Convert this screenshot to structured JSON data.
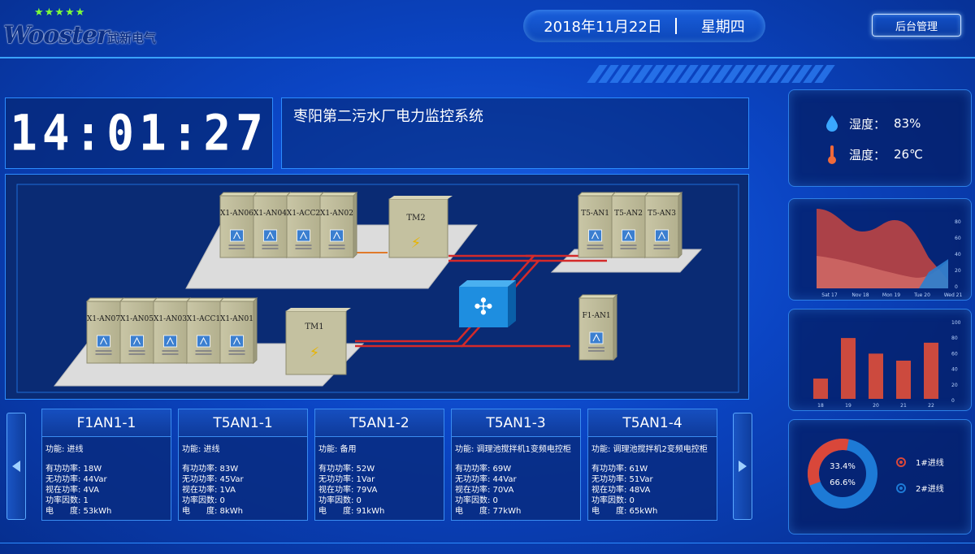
{
  "header": {
    "logo_word": "Wooster",
    "logo_cn": "武新电气",
    "logo_stars": "★★★★★",
    "date": "2018年11月22日",
    "weekday": "星期四",
    "admin_button": "后台管理"
  },
  "clock": {
    "time": "14:01:27"
  },
  "system_title": "枣阳第二污水厂电力监控系统",
  "env": {
    "humidity_label": "湿度：",
    "humidity_value": "83%",
    "temperature_label": "温度：",
    "temperature_value": "26℃"
  },
  "area_chart": {
    "x_labels": [
      "Sat 17",
      "Nov 18",
      "Mon 19",
      "Tue 20",
      "Wed 21"
    ],
    "y_labels": [
      "80",
      "60",
      "40",
      "20",
      "0"
    ]
  },
  "bar_chart": {
    "categories": [
      "18",
      "19",
      "20",
      "21",
      "22"
    ],
    "values": [
      26,
      78,
      58,
      49,
      72
    ],
    "y_labels": [
      "100",
      "80",
      "60",
      "40",
      "20",
      "0"
    ]
  },
  "donut": {
    "label_a": "33.4%",
    "label_b": "66.6%",
    "legend": [
      "1#进线",
      "2#进线"
    ],
    "colors": [
      "#d9473a",
      "#1d7ad6"
    ]
  },
  "diagram": {
    "upper_cabinets": [
      "X1-AN06",
      "X1-AN04",
      "X1-ACC2",
      "X1-AN02"
    ],
    "lower_cabinets": [
      "X1-AN07",
      "X1-AN05",
      "X1-AN03",
      "X1-ACC1",
      "X1-AN01"
    ],
    "right_cabinets": [
      "T5-AN1",
      "T5-AN2",
      "T5-AN3"
    ],
    "single_cabinet": "F1-AN1",
    "transformer_top": "TM2",
    "transformer_bottom": "TM1"
  },
  "cards": [
    {
      "title": "F1AN1-1",
      "func": "功能: 进线",
      "p": "有功功率: 18W",
      "q": "无功功率: 44Var",
      "s": "视在功率: 4VA",
      "pf": "功率因数: 1",
      "e": "电　　度: 53kWh"
    },
    {
      "title": "T5AN1-1",
      "func": "功能: 进线",
      "p": "有功功率: 83W",
      "q": "无功功率: 45Var",
      "s": "视在功率: 1VA",
      "pf": "功率因数: 0",
      "e": "电　　度: 8kWh"
    },
    {
      "title": "T5AN1-2",
      "func": "功能: 备用",
      "p": "有功功率: 52W",
      "q": "无功功率: 1Var",
      "s": "视在功率: 79VA",
      "pf": "功率因数: 0",
      "e": "电　　度: 91kWh"
    },
    {
      "title": "T5AN1-3",
      "func": "功能: 调理池搅拌机1变频电控柜",
      "p": "有功功率: 69W",
      "q": "无功功率: 44Var",
      "s": "视在功率: 70VA",
      "pf": "功率因数: 0",
      "e": "电　　度: 77kWh"
    },
    {
      "title": "T5AN1-4",
      "func": "功能: 调理池搅拌机2变频电控柜",
      "p": "有功功率: 61W",
      "q": "无功功率: 51Var",
      "s": "视在功率: 48VA",
      "pf": "功率因数: 0",
      "e": "电　　度: 65kWh"
    }
  ]
}
